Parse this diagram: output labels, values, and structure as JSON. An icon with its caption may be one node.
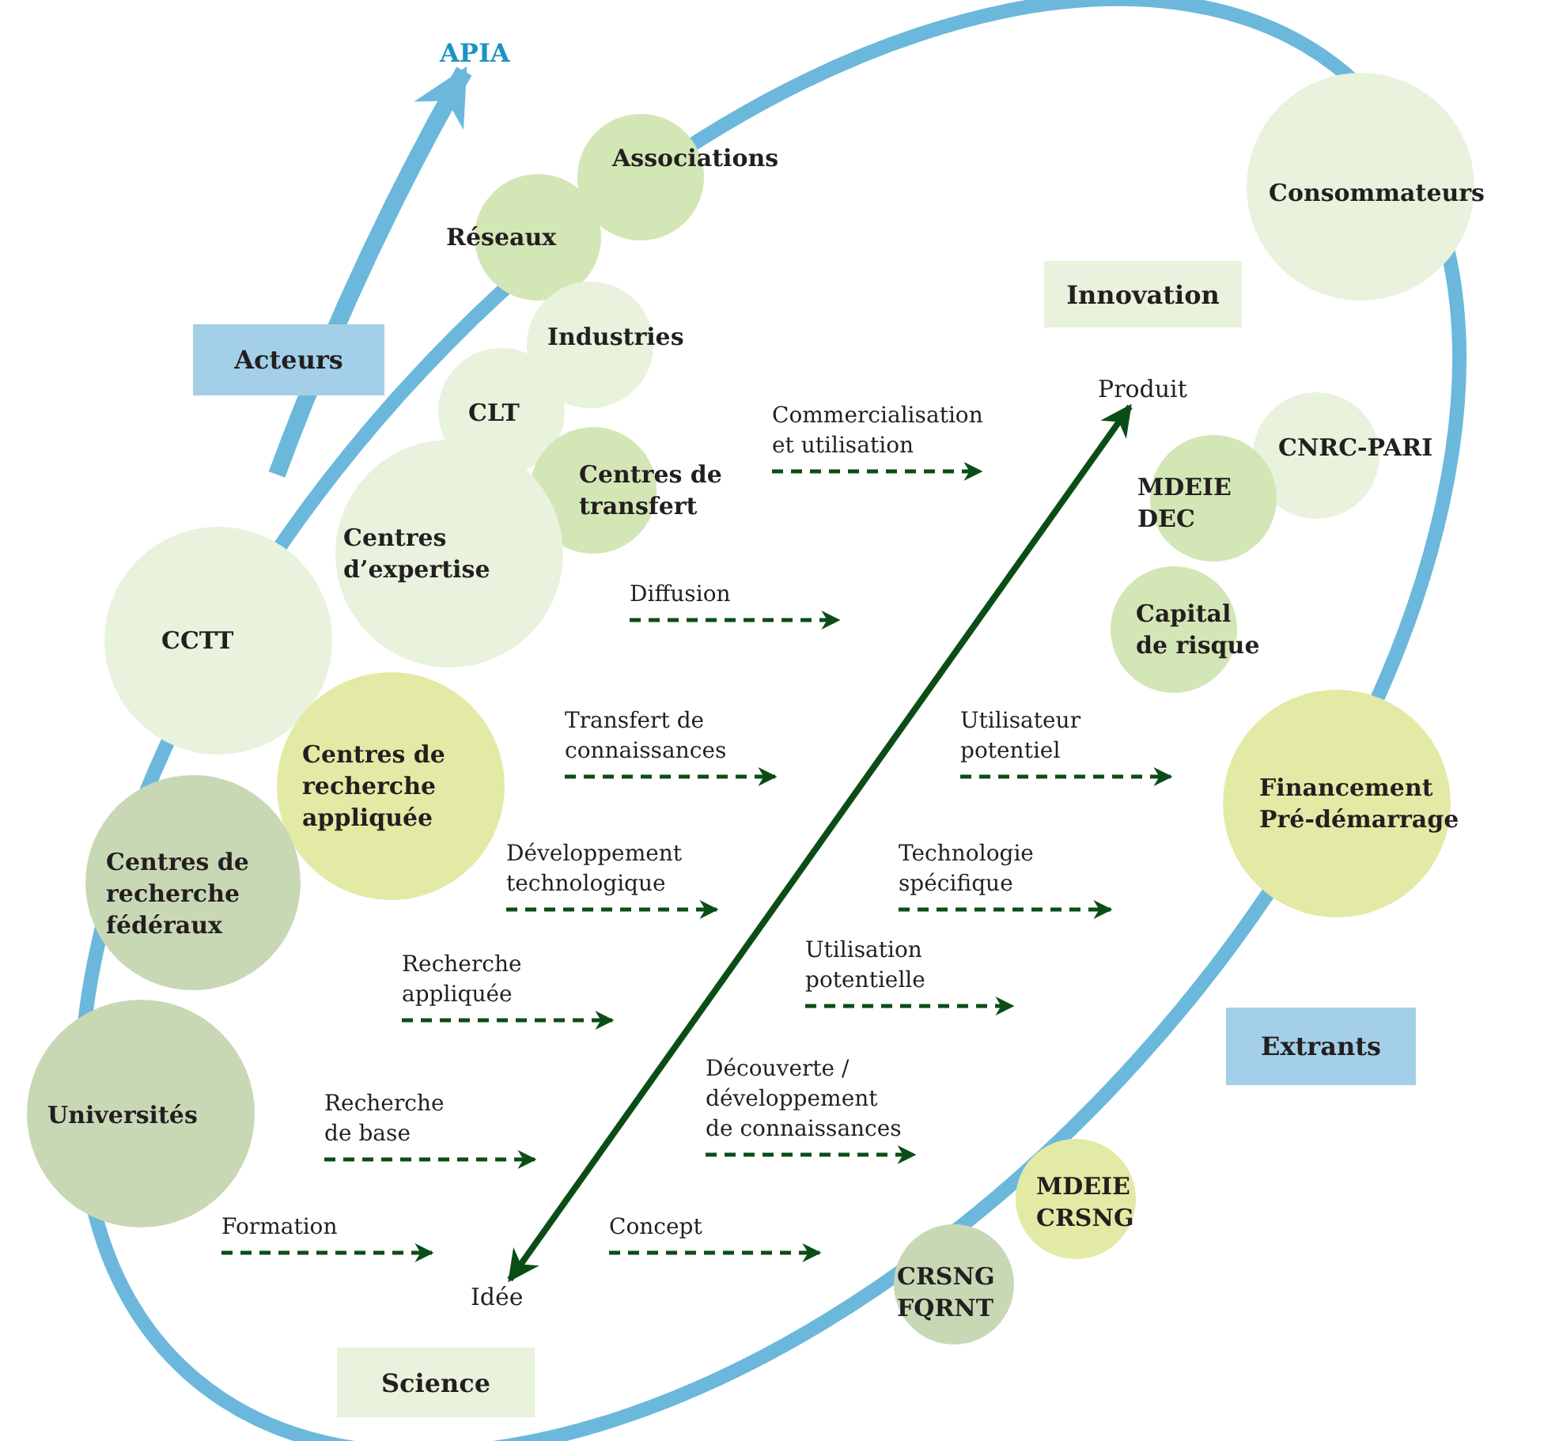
{
  "diagram": {
    "nodes": [
      {
        "text": [
          "APIA"
        ]
      },
      {
        "text": [
          "Associations"
        ]
      },
      {
        "text": [
          "Réseaux"
        ]
      },
      {
        "text": [
          "Consommateurs"
        ]
      },
      {
        "text": [
          "Innovation"
        ]
      },
      {
        "text": [
          "Industries"
        ]
      },
      {
        "text": [
          "Acteurs"
        ]
      },
      {
        "text": [
          "Produit"
        ]
      },
      {
        "text": [
          "CLT"
        ]
      },
      {
        "text": [
          "CNRC-PARI"
        ]
      },
      {
        "text": [
          "Centres de transfert"
        ]
      },
      {
        "text": [
          "MDEIE DEC"
        ]
      },
      {
        "text": [
          "Centres d’expertise"
        ]
      },
      {
        "text": [
          "CCTT"
        ]
      },
      {
        "text": [
          "Capital de risque"
        ]
      },
      {
        "text": [
          "Centres de recherche appliquée"
        ]
      },
      {
        "text": [
          "Financement Pré-démarrage"
        ]
      },
      {
        "text": [
          "Centres de recherche fédéraux"
        ]
      },
      {
        "text": [
          "Extrants"
        ]
      },
      {
        "text": [
          "Universités"
        ]
      },
      {
        "text": [
          "MDEIE CRSNG"
        ]
      },
      {
        "text": [
          "Idée"
        ]
      },
      {
        "text": [
          "CRSNG FQRNT"
        ]
      },
      {
        "text": [
          "Science"
        ]
      }
    ],
    "edges": [
      {
        "from": 21,
        "to": 7,
        "arrow": "both",
        "color": "#0b4d17"
      },
      {
        "from": null,
        "to": 0,
        "arrow": "to",
        "style": "thick",
        "color": "#6bb8dc"
      }
    ],
    "labels": [
      "Commercialisation et utilisation",
      "Diffusion",
      "Transfert de connaissances",
      "Utilisateur potentiel",
      "Développement technologique",
      "Technologie spécifique",
      "Recherche appliquée",
      "Utilisation potentielle",
      "Découverte / développement de connaissances",
      "Recherche de base",
      "Formation",
      "Concept"
    ]
  }
}
